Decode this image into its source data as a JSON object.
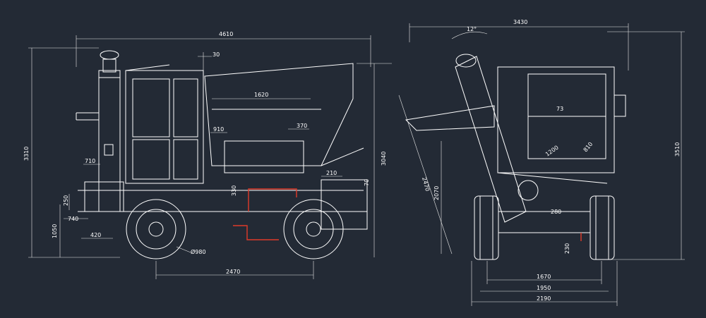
{
  "colors": {
    "background": "#232a35",
    "lines": "#ffffff",
    "accent": "#e03a2a"
  },
  "side_view": {
    "dims": {
      "overall_length": "4610",
      "overall_height": "3310",
      "top_offset": "30",
      "hopper_width": "1620",
      "width_910": "910",
      "width_370": "370",
      "height_3040": "3040",
      "dim_710": "710",
      "dim_210": "210",
      "dim_70": "70",
      "dim_330": "330",
      "dim_250": "250",
      "dim_740": "740",
      "dim_1050": "1050",
      "dim_420": "420",
      "wheel_dia": "Ø980",
      "wheelbase": "2470"
    }
  },
  "rear_view": {
    "dims": {
      "overall_width": "3430",
      "angle": "12°",
      "dim_73": "73",
      "dim_1200": "1200",
      "dim_810": "810",
      "height_3510": "3510",
      "dim_2470": "2470",
      "dim_2070": "2070",
      "dim_280": "280",
      "dim_230": "230",
      "track_1670": "1670",
      "width_1950": "1950",
      "width_2190": "2190"
    }
  }
}
